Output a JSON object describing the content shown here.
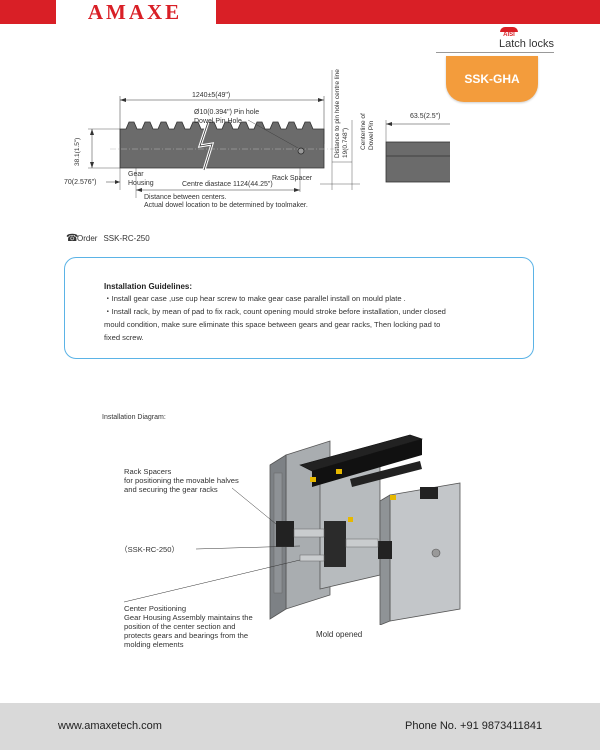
{
  "header": {
    "logo_text": "AMAXE",
    "aisi_badge": "AISI",
    "category": "Latch locks",
    "product_code": "SSK-GHA",
    "brand_color": "#d91f26",
    "accent_color": "#f39c3c"
  },
  "drawing": {
    "overall_length": "1240±5(49\")",
    "pin_hole": "Ø10(0.394\") Pin hole",
    "dowel_pin_hole": "Dowel Pin Hole",
    "height": "38.1(1.5\")",
    "offset": "70(2.576\")",
    "gear_housing": "Gear\nHousing",
    "rack_spacer": "Rack Spacer",
    "centre_distance": "Centre diastace 1124(44.25\")",
    "note_line1": "Distance between centers.",
    "note_line2": "Actual dowel location to be determined by toolmaker.",
    "pin_hole_distance": "Distance to pin hole centre line\n19(0.748\")",
    "centerline_dowel": "Centerline of\nDowel Pin",
    "side_width": "63.5(2.5\")"
  },
  "order": {
    "label": "Order",
    "code": "SSK-RC-250"
  },
  "guidelines": {
    "title": "Installation Guidelines:",
    "items": [
      "・Install gear case ,use cup hear screw to make gear case parallel install on mould plate .",
      "・Install rack,  by mean of pad to fix rack,  count opening mould stroke before installation,  under closed",
      "   mould condition,  make sure eliminate this space between gears and gear racks,  Then locking pad to",
      "   fixed screw."
    ]
  },
  "diagram": {
    "title": "Installation Diagram:",
    "callout_rack": [
      "Rack Spacers",
      "for positioning the movable halves",
      "and securing the gear racks"
    ],
    "callout_model": "（SSK-RC-250）",
    "callout_center": [
      "Center Positioning",
      "Gear Housing Assembly maintains the",
      "position of the center section and",
      "protects gears and bearings from the",
      "molding elements"
    ],
    "state_label": "Mold opened"
  },
  "footer": {
    "website": "www.amaxetech.com",
    "phone": "Phone No. +91 9873411841"
  }
}
